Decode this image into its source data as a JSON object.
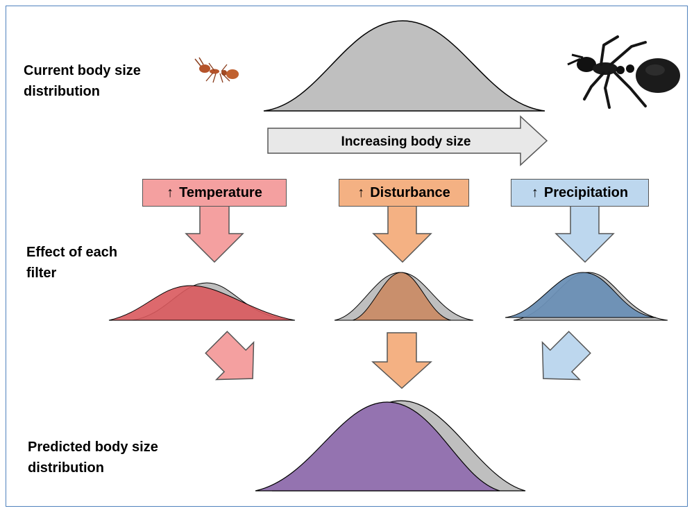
{
  "labels": {
    "current": [
      "Current body size",
      "distribution"
    ],
    "effect": [
      "Effect of each",
      "filter"
    ],
    "predicted": [
      "Predicted body size",
      "distribution"
    ]
  },
  "axis_arrow_label": "Increasing body size",
  "filters": [
    {
      "id": "temperature",
      "arrow": "↑",
      "label": "Temperature",
      "color": "#f4a0a0",
      "fill": "#d9595d"
    },
    {
      "id": "disturbance",
      "arrow": "↑",
      "label": "Disturbance",
      "color": "#f4b183",
      "fill": "#c98c67"
    },
    {
      "id": "precipitation",
      "arrow": "↑",
      "label": "Precipitation",
      "color": "#bdd7ee",
      "fill": "#6a8fb5"
    }
  ],
  "colors": {
    "reference_curve": "#bfbfbf",
    "predicted_curve": "#9473b0",
    "frame": "#4f81bd",
    "axis_arrow": "#e8e8e8"
  },
  "icons": [
    "small-ant-icon",
    "large-ant-icon"
  ]
}
